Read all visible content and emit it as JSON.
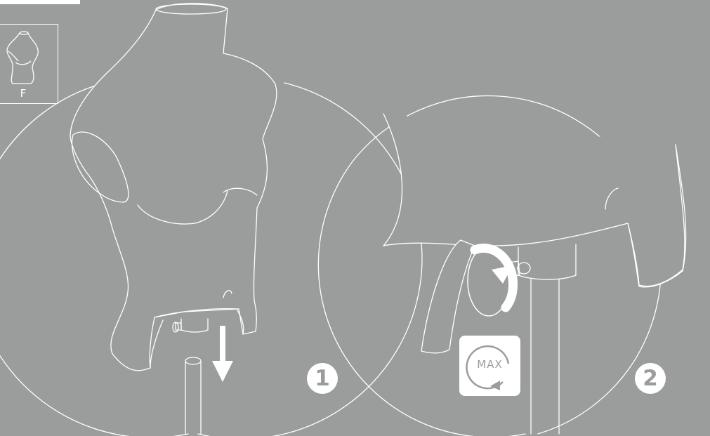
{
  "type_indicator": {
    "label": "F",
    "icon": "female-torso-icon"
  },
  "steps": [
    {
      "label": "1",
      "action": "remove-down-arrow-icon"
    },
    {
      "label": "2",
      "action": "rotate-knob-icon"
    }
  ],
  "max_badge": {
    "label": "MAX",
    "icon": "rotate-max-icon"
  },
  "colors": {
    "background": "#9a9d9c",
    "line": "#ffffff",
    "badge_text": "#9a9d9c"
  }
}
